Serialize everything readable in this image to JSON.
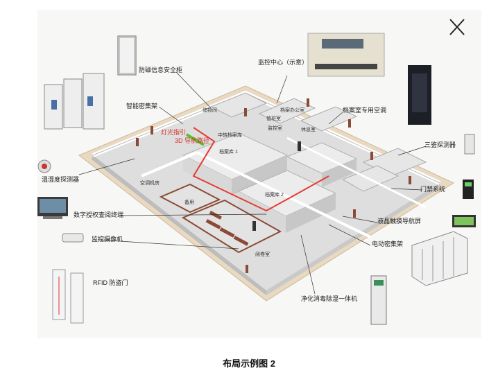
{
  "labels": {
    "emc_cabinet": "防磁信息安全柜",
    "monitor_center": "监控中心（示意）",
    "smart_shelf": "智能密集架",
    "light_guide": "灯光指引",
    "nav_3d": "3D 导航路径",
    "archive_ac": "档案室专用空调",
    "storage_room": "储物间",
    "temp_sensor": "温湿度探测器",
    "triple_detector": "三鉴探测器",
    "access_system": "门禁系统",
    "digital_terminal": "数字授权查阅终端",
    "lcd_nav": "液晶触摸导航屏",
    "camera": "监控摄像机",
    "electric_shelf": "电动密集架",
    "rfid_gate": "RFID 防盗门",
    "purifier": "净化消毒除湿一体机"
  },
  "rooms": {
    "archive_1": "档案库 1",
    "archive_2": "档案库 2",
    "reading": "阅卷室",
    "prep": "备用",
    "aircon": "空调机房",
    "duty": "值班室",
    "office": "档案办公室",
    "monitor": "监控室",
    "temp_room": "中转档案库",
    "lounge": "休息室"
  },
  "caption": "布局示例图 2"
}
